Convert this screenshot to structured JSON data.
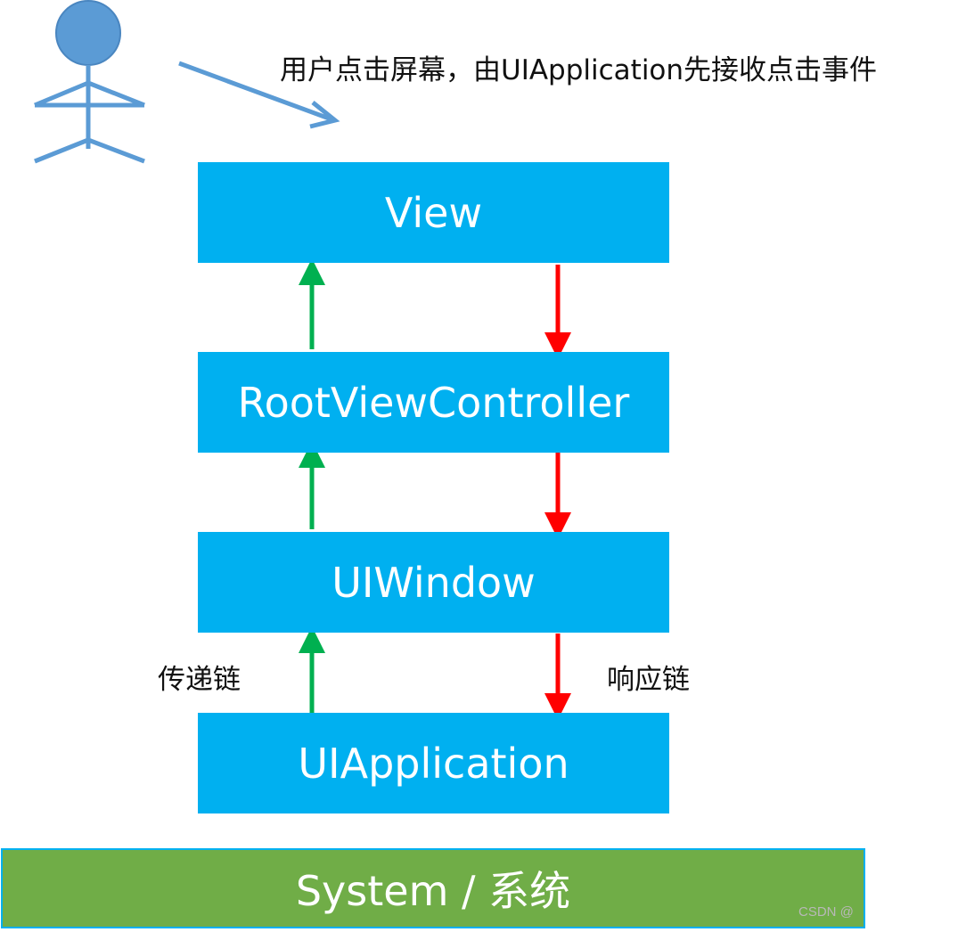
{
  "caption": "用户点击屏幕，由UIApplication先接收点击事件",
  "boxes": {
    "view": "View",
    "root_view_controller": "RootViewController",
    "window": "UIWindow",
    "application": "UIApplication",
    "system": "System / 系统"
  },
  "chains": {
    "pass": "传递链",
    "response": "响应链"
  },
  "watermark": "CSDN @",
  "colors": {
    "box_blue": "#00b0f0",
    "system_green": "#70ad47",
    "pass_arrow": "#00b050",
    "response_arrow": "#ff0000",
    "actor": "#5b9bd5"
  }
}
